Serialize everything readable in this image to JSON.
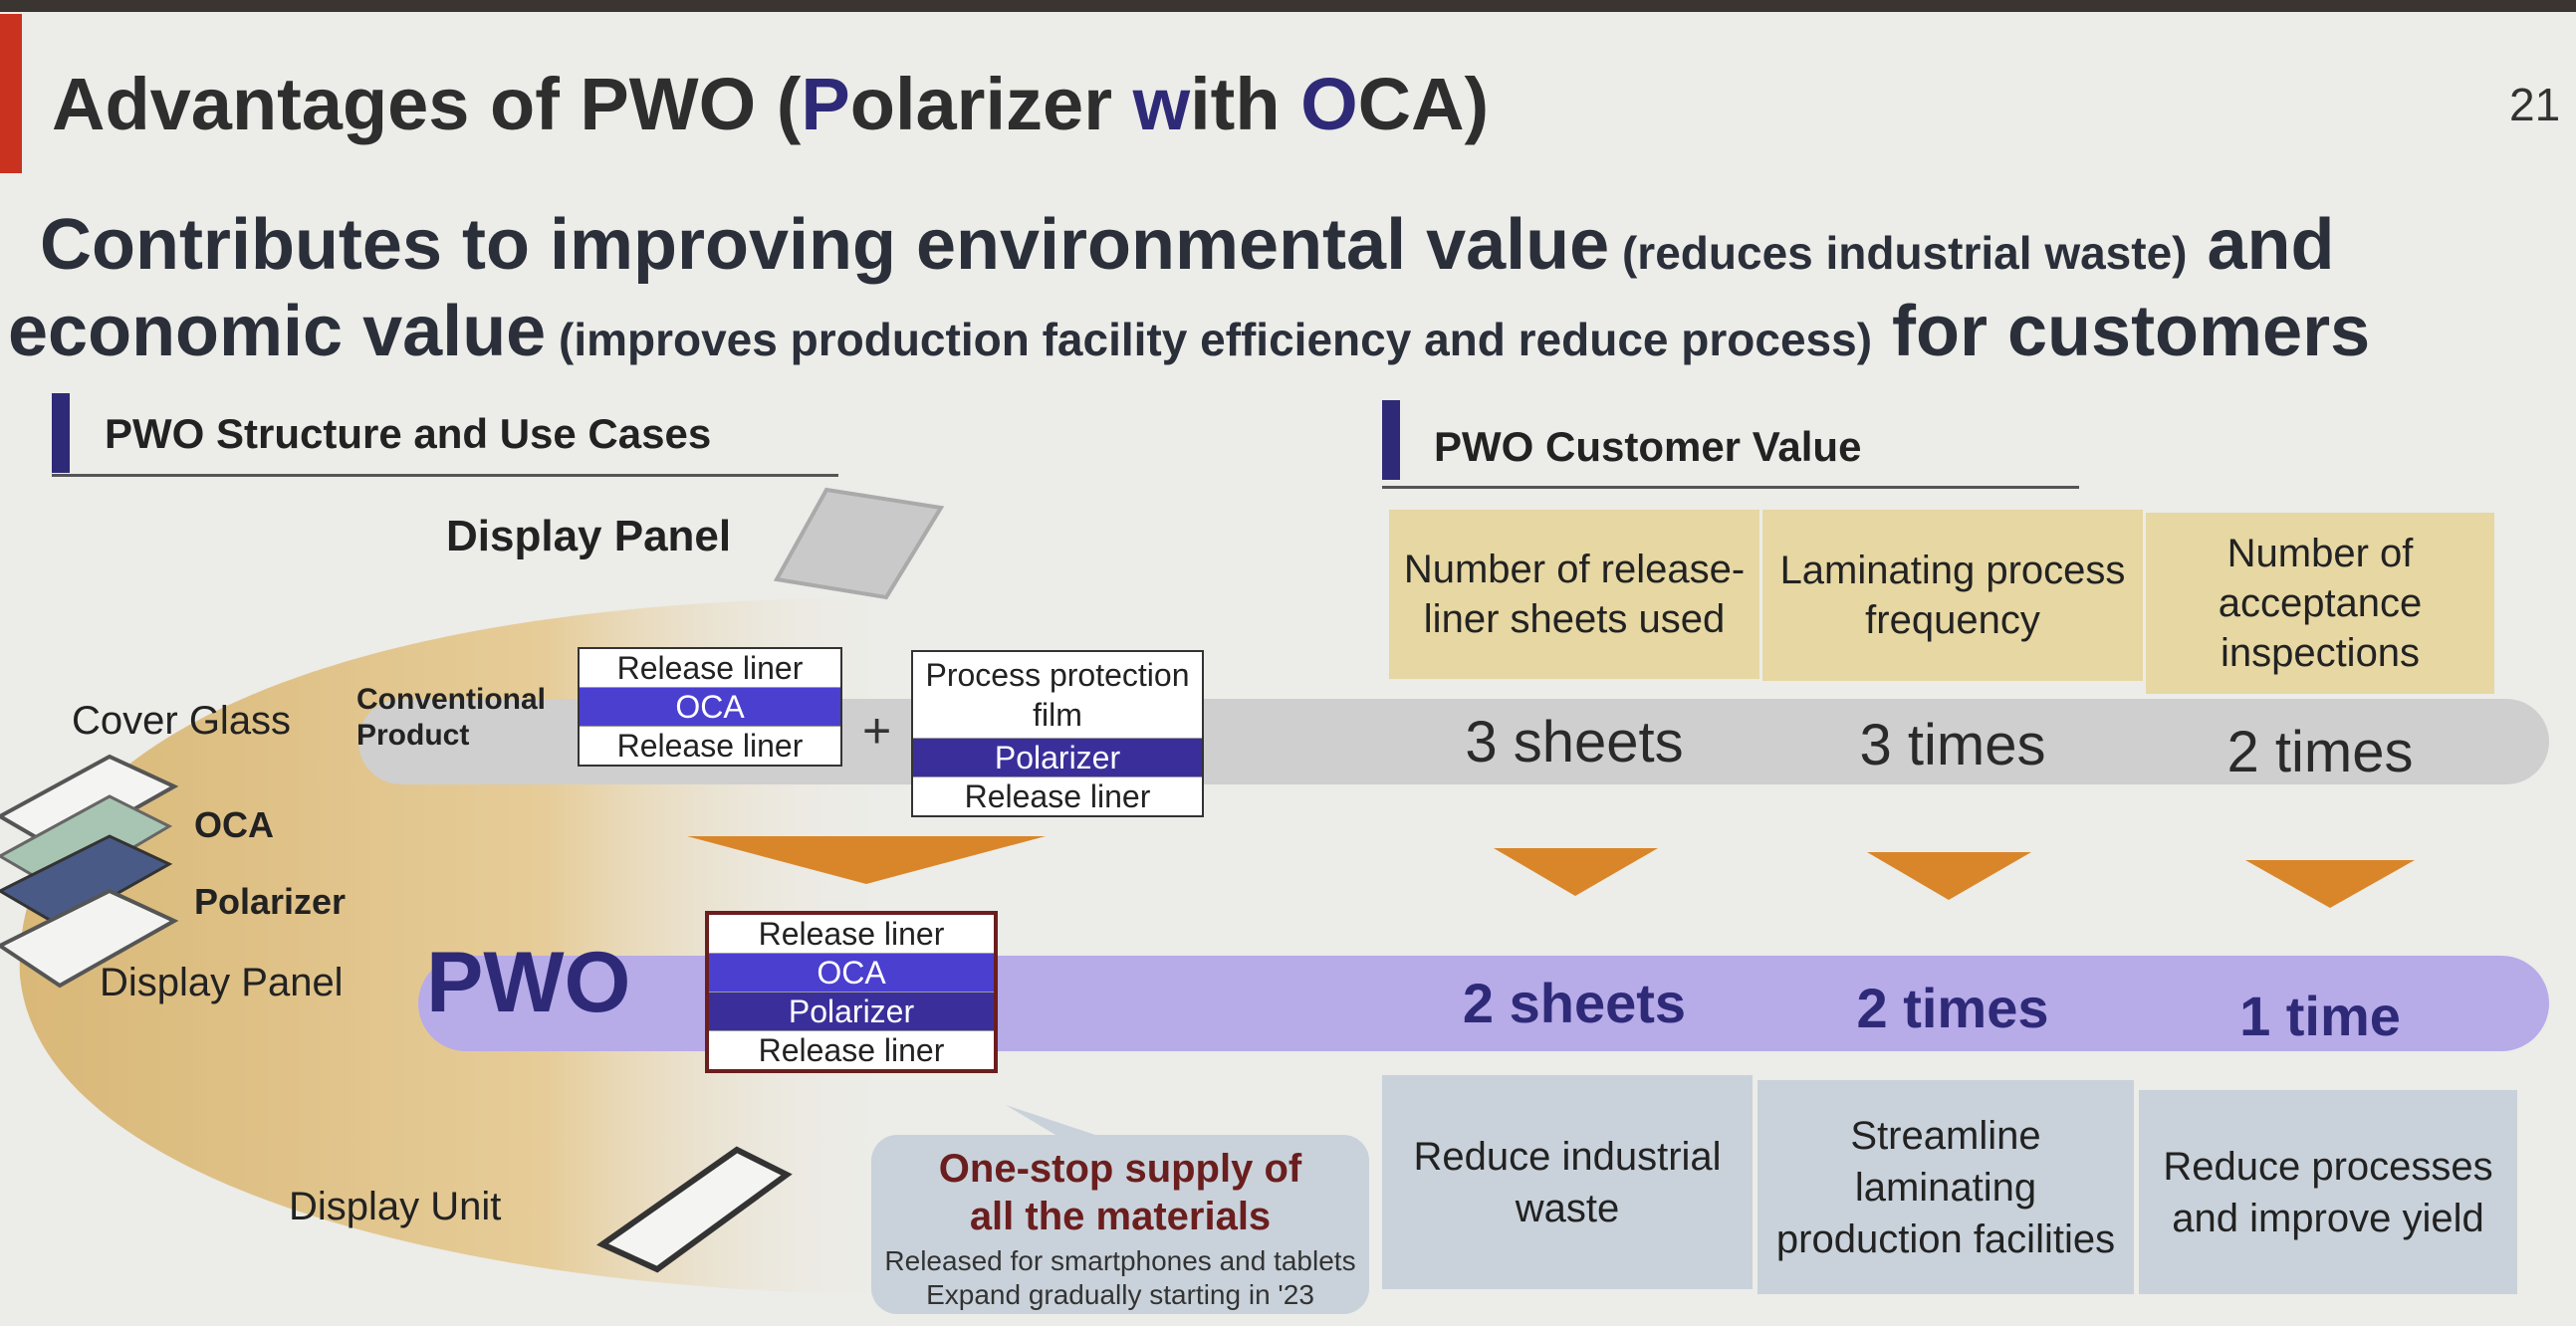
{
  "header": {
    "title_pre": "Advantages of PWO (",
    "title_p": "P",
    "title_mid1": "olarizer ",
    "title_w": "w",
    "title_mid2": "ith ",
    "title_o": "O",
    "title_post": "CA)",
    "page_number": "21"
  },
  "headline": {
    "line1_a": "Contributes to improving environmental value",
    "line1_b": " (reduces industrial waste)",
    "line1_c": " and",
    "line2_a": "economic value",
    "line2_b": " (improves production facility efficiency and reduce process)",
    "line2_c": " for customers"
  },
  "left_section": {
    "heading": "PWO Structure and Use Cases",
    "display_panel_top": "Display Panel",
    "layers": {
      "cover_glass": "Cover Glass",
      "oca": "OCA",
      "polarizer": "Polarizer",
      "display_panel": "Display Panel"
    },
    "conventional_label": "Conventional Product",
    "conventional_stack_a": [
      "Release liner",
      "OCA",
      "Release liner"
    ],
    "plus": "+",
    "conventional_stack_b": [
      "Process protection film",
      "Polarizer",
      "Release liner"
    ],
    "pwo_label": "PWO",
    "pwo_stack": [
      "Release liner",
      "OCA",
      "Polarizer",
      "Release liner"
    ],
    "display_unit": "Display Unit",
    "callout_title_1": "One-stop supply of",
    "callout_title_2": "all the materials",
    "callout_line1": "Released for smartphones and tablets",
    "callout_line2": "Expand gradually starting in '23"
  },
  "right_section": {
    "heading": "PWO Customer  Value",
    "columns": [
      {
        "header": "Number of release-liner sheets used",
        "conventional": "3 sheets",
        "pwo": "2 sheets",
        "effect": "Reduce industrial waste"
      },
      {
        "header": "Laminating process frequency",
        "conventional": "3 times",
        "pwo": "2 times",
        "effect": "Streamline laminating production facilities"
      },
      {
        "header": "Number of acceptance inspections",
        "conventional": "2 times",
        "pwo": "1 time",
        "effect": "Reduce processes and improve yield"
      }
    ]
  },
  "colors": {
    "accent_purple": "#2e2a78",
    "arrow_orange": "#d9862a",
    "pwo_band": "#b7abe8",
    "header_gold": "#e6d7a3"
  }
}
